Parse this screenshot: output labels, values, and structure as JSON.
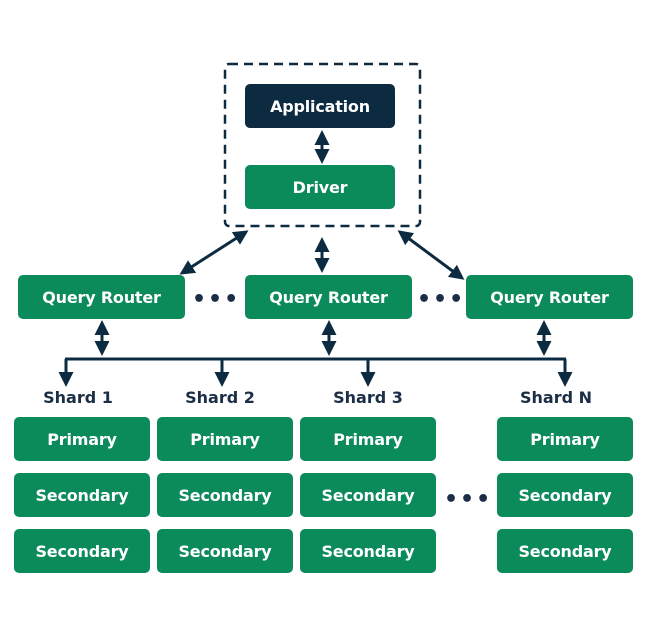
{
  "colors": {
    "app_box": "#0d2b40",
    "green_box": "#0b8a5a",
    "line": "#0d2b40"
  },
  "client": {
    "application_label": "Application",
    "driver_label": "Driver"
  },
  "routers": [
    {
      "label": "Query Router"
    },
    {
      "label": "Query Router"
    },
    {
      "label": "Query Router"
    }
  ],
  "ellipsis": "•••",
  "shards": [
    {
      "name": "Shard 1",
      "members": [
        "Primary",
        "Secondary",
        "Secondary"
      ]
    },
    {
      "name": "Shard 2",
      "members": [
        "Primary",
        "Secondary",
        "Secondary"
      ]
    },
    {
      "name": "Shard 3",
      "members": [
        "Primary",
        "Secondary",
        "Secondary"
      ]
    },
    {
      "name": "Shard N",
      "members": [
        "Primary",
        "Secondary",
        "Secondary"
      ]
    }
  ]
}
